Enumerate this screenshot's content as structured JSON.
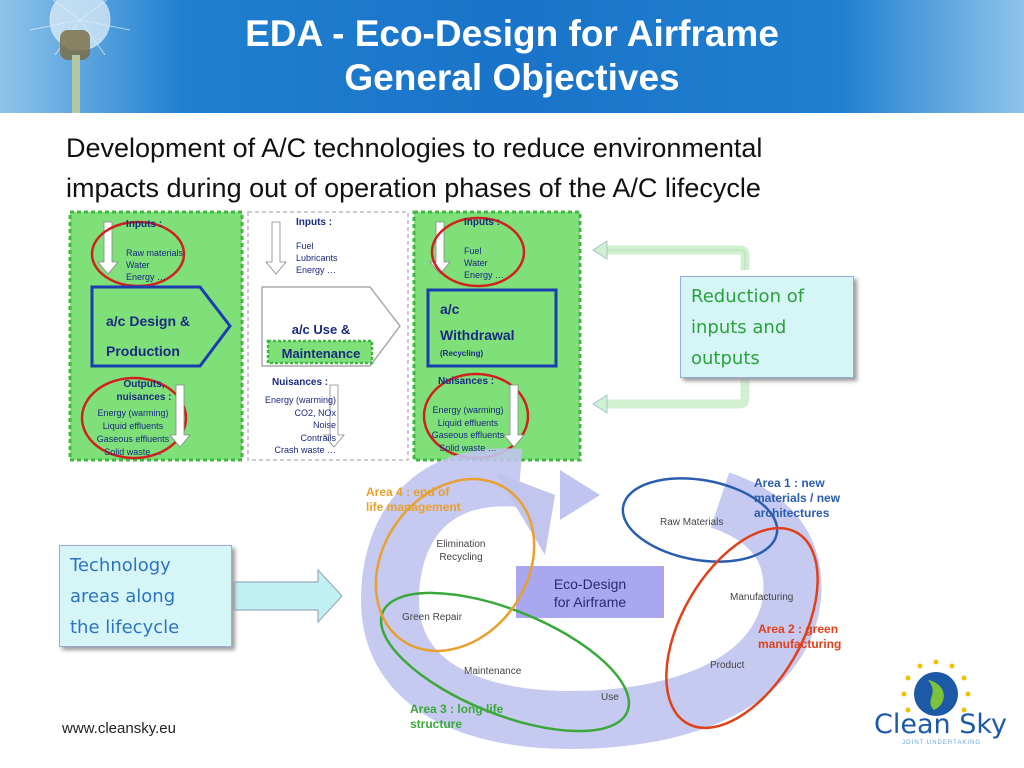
{
  "title_line1": "EDA - Eco-Design for Airframe",
  "title_line2": "General Objectives",
  "subtitle_line1": "Development of A/C technologies to reduce environmental",
  "subtitle_line2": "impacts during out of operation phases of the A/C lifecycle",
  "panel1": {
    "inputs_title": "Inputs :",
    "inputs": [
      "Raw materials",
      "Water",
      "Energy …"
    ],
    "box_line1": "a/c Design &",
    "box_line2": "Production",
    "outputs_title1": "Outputs,",
    "outputs_title2": "nuisances :",
    "outputs": [
      "Energy (warming)",
      "Liquid effluents",
      "Gaseous effluents",
      "Solid waste …"
    ]
  },
  "panel2": {
    "inputs_title": "Inputs :",
    "inputs": [
      "Fuel",
      "Lubricants",
      "Energy …"
    ],
    "box_line1": "a/c Use &",
    "box_line2": "Maintenance",
    "nuisances_title": "Nuisances :",
    "nuisances": [
      "Energy (warming)",
      "CO2, NOx",
      "Noise",
      "Contrails",
      "Crash waste …"
    ]
  },
  "panel3": {
    "inputs_title": "Inputs :",
    "inputs": [
      "Fuel",
      "Water",
      "Energy …"
    ],
    "box_line1": "a/c",
    "box_line2": "Withdrawal",
    "box_line3": "(Recycling)",
    "nuisances_title": "Nuisances :",
    "nuisances": [
      "Energy (warming)",
      "Liquid effluents",
      "Gaseous effluents",
      "Solid waste …"
    ]
  },
  "reduction_box": [
    "Reduction of",
    "inputs and",
    "outputs"
  ],
  "technology_box": [
    "Technology",
    "areas along",
    "the lifecycle"
  ],
  "cycle": {
    "center_line1": "Eco-Design",
    "center_line2": "for Airframe",
    "stages": {
      "raw_materials": "Raw Materials",
      "manufacturing": "Manufacturing",
      "product": "Product",
      "use": "Use",
      "maintenance": "Maintenance",
      "green_repair": "Green Repair",
      "elimination": "Elimination",
      "recycling": "Recycling"
    },
    "areas": {
      "area1": [
        "Area 1 : new",
        "materials / new",
        "architectures"
      ],
      "area2": [
        "Area 2 : green",
        "manufacturing"
      ],
      "area3": [
        "Area 3 : long life",
        "structure"
      ],
      "area4": [
        "Area 4 : end of",
        "life management"
      ]
    },
    "colors": {
      "area1": "#2a5db0",
      "area2": "#e0401a",
      "area3": "#3aa83a",
      "area4": "#e8a030"
    }
  },
  "logo": {
    "line1": "Clean Sky",
    "line2": "JOINT UNDERTAKING"
  },
  "footer_url": "www.cleansky.eu"
}
